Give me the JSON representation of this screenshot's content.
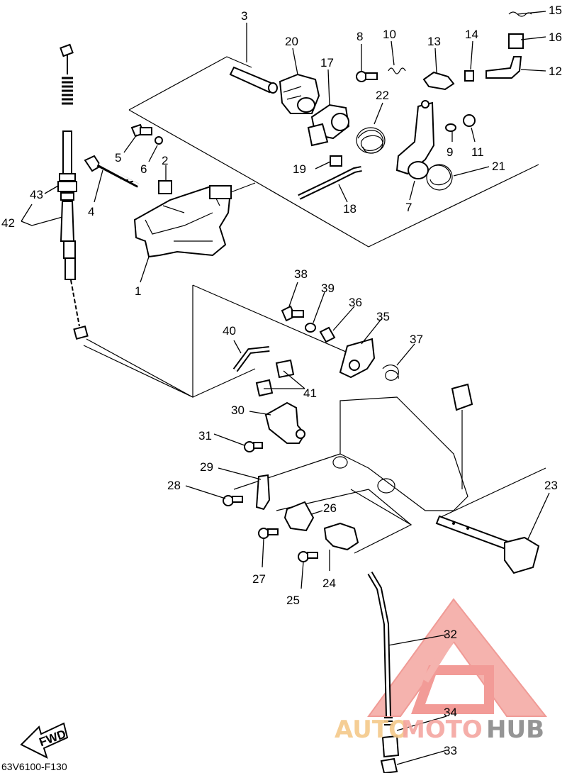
{
  "diagram": {
    "code": "63V6100-F130",
    "fwd_label": "FWD",
    "callouts": [
      "1",
      "2",
      "3",
      "4",
      "5",
      "6",
      "7",
      "8",
      "9",
      "10",
      "11",
      "12",
      "13",
      "14",
      "15",
      "16",
      "17",
      "18",
      "19",
      "20",
      "21",
      "22",
      "23",
      "24",
      "25",
      "26",
      "27",
      "28",
      "29",
      "30",
      "31",
      "32",
      "33",
      "34",
      "35",
      "36",
      "37",
      "38",
      "39",
      "40",
      "41",
      "42",
      "43"
    ]
  },
  "watermark": {
    "part1": "AUTO",
    "part2": "MOTO",
    "part3": "HUB",
    "colors": {
      "auto": "#f5c98a",
      "moto": "#f4a6a0",
      "hub": "#8a8a8a",
      "triangle": "#f08a85"
    }
  }
}
